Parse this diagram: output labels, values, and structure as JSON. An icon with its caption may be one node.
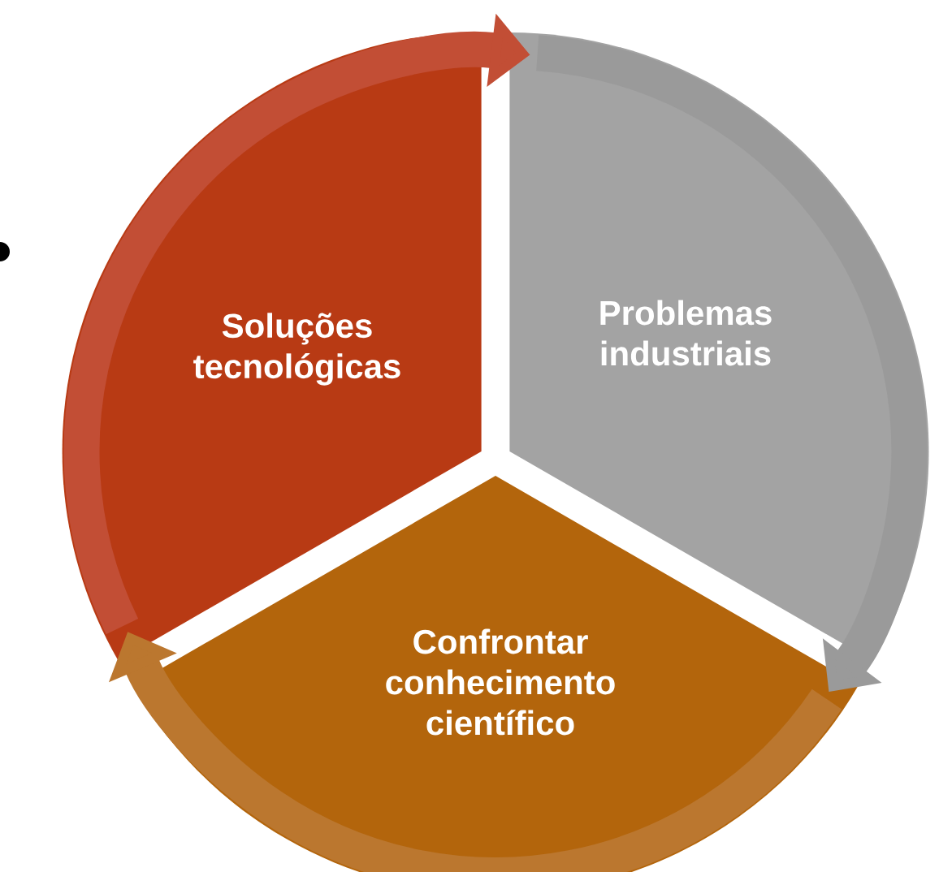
{
  "diagram": {
    "nodes": [
      {
        "text": [
          "Soluções tecnológicas"
        ]
      },
      {
        "text": [
          "Problemas industriais"
        ]
      },
      {
        "text": [
          "Confrontar conhecimento científico"
        ]
      }
    ],
    "edges": [
      {
        "from": 0,
        "to": 1,
        "arrow": "to",
        "color": "#c24e35"
      },
      {
        "from": 1,
        "to": 2,
        "arrow": "to",
        "color": "#9a9a9a"
      },
      {
        "from": 2,
        "to": 0,
        "arrow": "to",
        "color": "#bb772f"
      }
    ]
  }
}
